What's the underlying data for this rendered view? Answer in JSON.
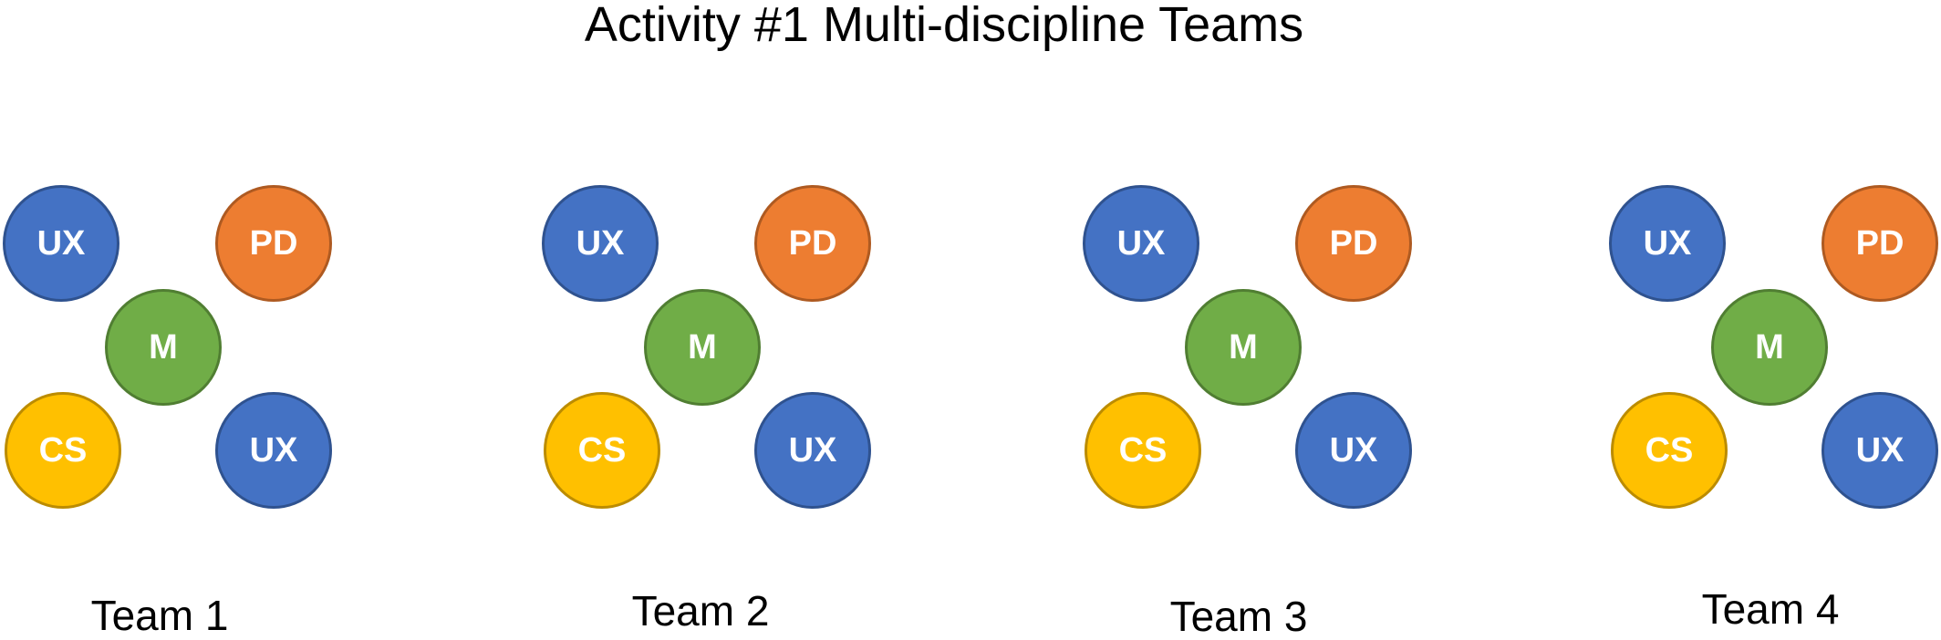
{
  "title": "Activity #1 Multi-discipline Teams",
  "colors": {
    "ux": "#4472c4",
    "pd": "#ed7d31",
    "m": "#70ad47",
    "cs": "#ffc000"
  },
  "teams": [
    {
      "label": "Team 1",
      "members": {
        "top_left": "UX",
        "top_right": "PD",
        "center": "M",
        "bottom_left": "CS",
        "bottom_right": "UX"
      }
    },
    {
      "label": "Team 2",
      "members": {
        "top_left": "UX",
        "top_right": "PD",
        "center": "M",
        "bottom_left": "CS",
        "bottom_right": "UX"
      }
    },
    {
      "label": "Team 3",
      "members": {
        "top_left": "UX",
        "top_right": "PD",
        "center": "M",
        "bottom_left": "CS",
        "bottom_right": "UX"
      }
    },
    {
      "label": "Team 4",
      "members": {
        "top_left": "UX",
        "top_right": "PD",
        "center": "M",
        "bottom_left": "CS",
        "bottom_right": "UX"
      }
    }
  ]
}
